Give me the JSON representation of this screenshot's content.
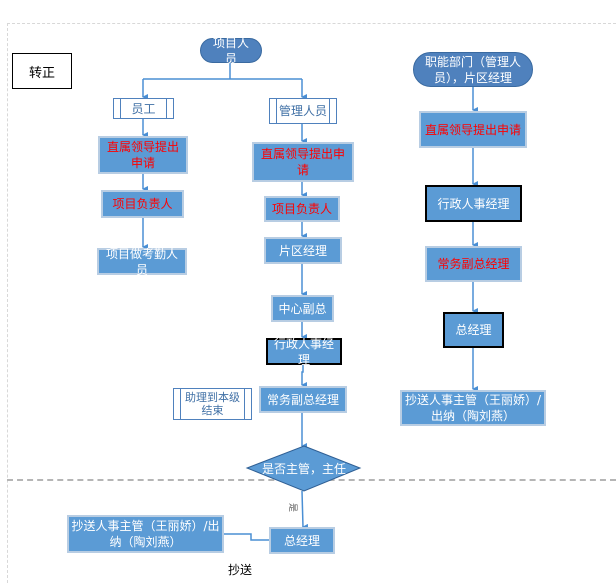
{
  "title_box": "转正",
  "colors": {
    "node_fill": "#5b9bd5",
    "pill_fill": "#4f81bd",
    "connector": "#4a8fd4",
    "highlight_text": "#ff0000"
  },
  "left_flow": {
    "start": "项目人员",
    "employee_branch": {
      "header": "员工",
      "steps": [
        "直属领导提出申请",
        "项目负责人",
        "项目做考勤人员"
      ]
    },
    "manager_branch": {
      "header": "管理人员",
      "steps": [
        "直属领导提出申请",
        "项目负责人",
        "片区经理",
        "中心副总",
        "行政人事经理",
        "常务副总经理"
      ],
      "side_note": "助理到本级结束",
      "decision": "是否主管，主任",
      "yes_label": "是",
      "after_yes": "总经理",
      "copy_to": "抄送人事主管（王丽娇）/出纳（陶刘燕）",
      "copy_label": "抄送"
    }
  },
  "right_flow": {
    "start": "职能部门（管理人员），片区经理",
    "steps": [
      "直属领导提出申请",
      "行政人事经理",
      "常务副总经理",
      "总经理",
      "抄送人事主管（王丽娇）/出纳（陶刘燕）"
    ]
  }
}
